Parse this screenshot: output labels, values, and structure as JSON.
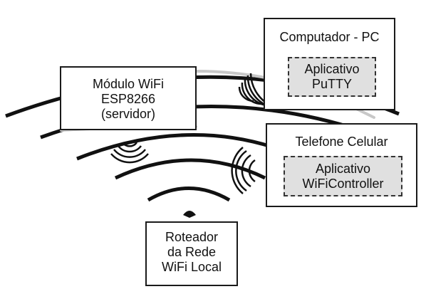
{
  "module": {
    "line1": "Módulo WiFi",
    "line2": "ESP8266",
    "line3": "(servidor)"
  },
  "pc": {
    "title": "Computador - PC",
    "app_line1": "Aplicativo",
    "app_line2": "PuTTY"
  },
  "phone": {
    "title": "Telefone Celular",
    "app_line1": "Aplicativo",
    "app_line2": "WiFiController"
  },
  "router": {
    "line1": "Roteador",
    "line2": "da Rede",
    "line3": "WiFi Local"
  },
  "colors": {
    "stroke": "#111111",
    "link": "#c8c8c8",
    "app_fill": "#e0e0e0"
  }
}
